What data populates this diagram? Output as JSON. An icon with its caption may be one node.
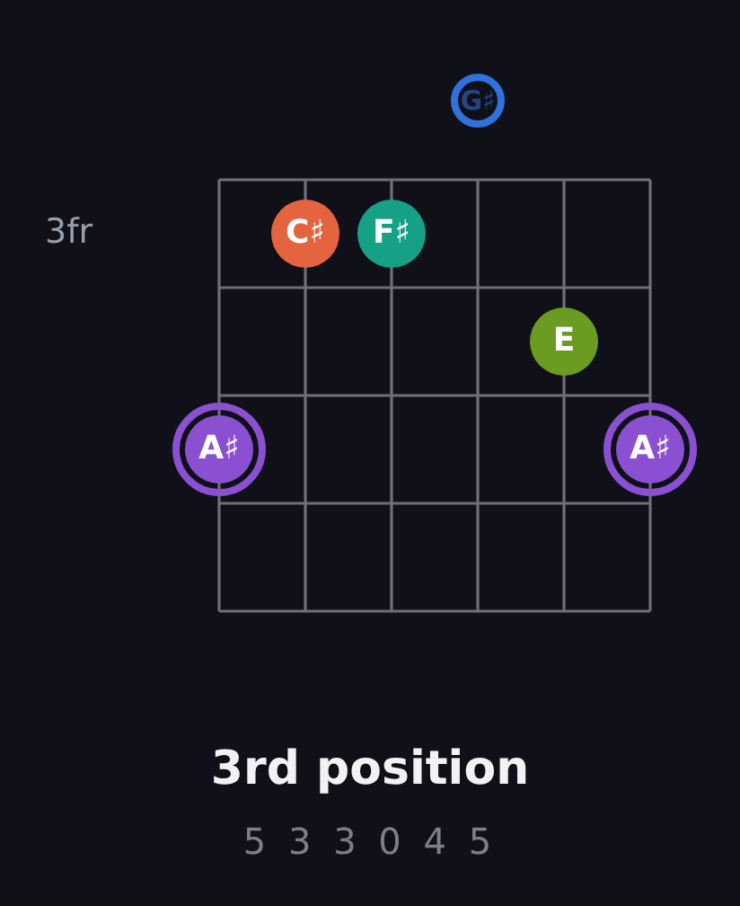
{
  "diagram": {
    "title": "3rd position",
    "caption": "5 3 3 0 4 5",
    "nodes": [
      {
        "text": [
          "G♯"
        ]
      },
      {
        "text": [
          "C♯"
        ]
      },
      {
        "text": [
          "F♯"
        ]
      },
      {
        "text": [
          "E"
        ]
      },
      {
        "text": [
          "A♯"
        ]
      },
      {
        "text": [
          "A♯"
        ]
      }
    ],
    "labels": [
      "3fr"
    ]
  }
}
